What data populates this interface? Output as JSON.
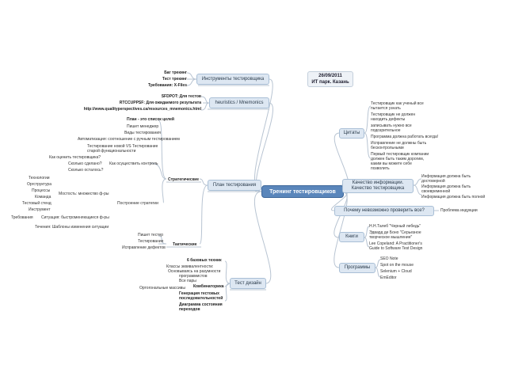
{
  "central": "Тренинг тестировщиков",
  "date": {
    "line1": "26/09/2011",
    "line2": "ИТ парк. Казань"
  },
  "branches": {
    "tools": {
      "label": "Инструменты тестировщика",
      "items": [
        "Баг трекинг",
        "Тест трекинг",
        "Требования: X-Files"
      ]
    },
    "heuristics": {
      "label": "heuristics / Mnemonics",
      "items": [
        "SFDPOT: Для тестов",
        "RTCCUPPSF: Для ожидаемого результата",
        "http://www.qualityperspectives.ca/resources_mnemonics.html"
      ]
    },
    "plan": {
      "label": "План тестирования",
      "strategic": "Стратегические",
      "tactical": "Тактические",
      "plan_is_list": "План - это список целей",
      "s1": [
        "Пишет менеджер",
        "Виды тестирования",
        "Автоматизация: соотношение с ручным тестированием",
        "Тестирование новой VS Тестирование",
        "старой функциональности"
      ],
      "control": "Как осуществить контроль",
      "control_items": [
        "Как оценить тестировщика?",
        "Сколько сделано?",
        "Сколько осталось?"
      ],
      "build": "Построение стратегии",
      "mostly": "Мостость:  множество ф-ры",
      "build_items": [
        "Технологии",
        "Оргструктура",
        "Процессы",
        "Команда",
        "Тестовый стенд",
        "Инструмент",
        "Требования"
      ],
      "situation": "Ситуация: быстроменяющиеся ф-ры",
      "patterns": "Течения: Шаблоны изменения ситуации",
      "tactical_items": [
        "Пишет тестер",
        "Тестирование",
        "Исправление дефектов"
      ]
    },
    "design": {
      "label": "Тест дизайн",
      "items": [
        "6 базовых техник",
        "Классы эквивалентности:",
        "Основываясь на разумности",
        "программистов",
        "Все пары"
      ],
      "combo": "Комбинаторика",
      "combo_item": "Ортогональные массивы",
      "more": [
        "Генерация тестовых",
        "последовательностей",
        "Диаграмма состояния",
        "переходов"
      ]
    },
    "quotes": {
      "label": "Цитаты",
      "items": [
        "Тестировщик как ученый все",
        "пытается узнать",
        "Тестировщик не должен",
        "находить дефекты",
        "записывать нужно все",
        "подозрительное",
        "Программа должна работать всегда!",
        "Исправление не должны быть",
        "бесконтрольными",
        "Первый тестировщик компании",
        "должен быть таким дорогим,",
        "каким вы можете себе",
        "позволить"
      ]
    },
    "quality": {
      "label1": "Качество информации.",
      "label2": "Качество тестировщика",
      "items": [
        "Информация должна быть",
        "достоверной",
        "Информация должна быть",
        "своевременной",
        "Информация должна быть полной"
      ]
    },
    "why": {
      "label": "Почему невозможно проверить все?",
      "item": "Проблема индукции"
    },
    "books": {
      "label": "Книги",
      "items": [
        "Н.Н.Талеб \"Черный лебедь\"",
        "Эдвард де Боно \"Серьезное",
        "творческое мышление\"",
        "Lee Copeland: A Practitioner's",
        "Guide to Software Test Design"
      ]
    },
    "programs": {
      "label": "Программы",
      "items": [
        "SEO Note",
        "Spot on the mouse",
        "Selenium + Cloud",
        "EmEditor"
      ]
    }
  }
}
